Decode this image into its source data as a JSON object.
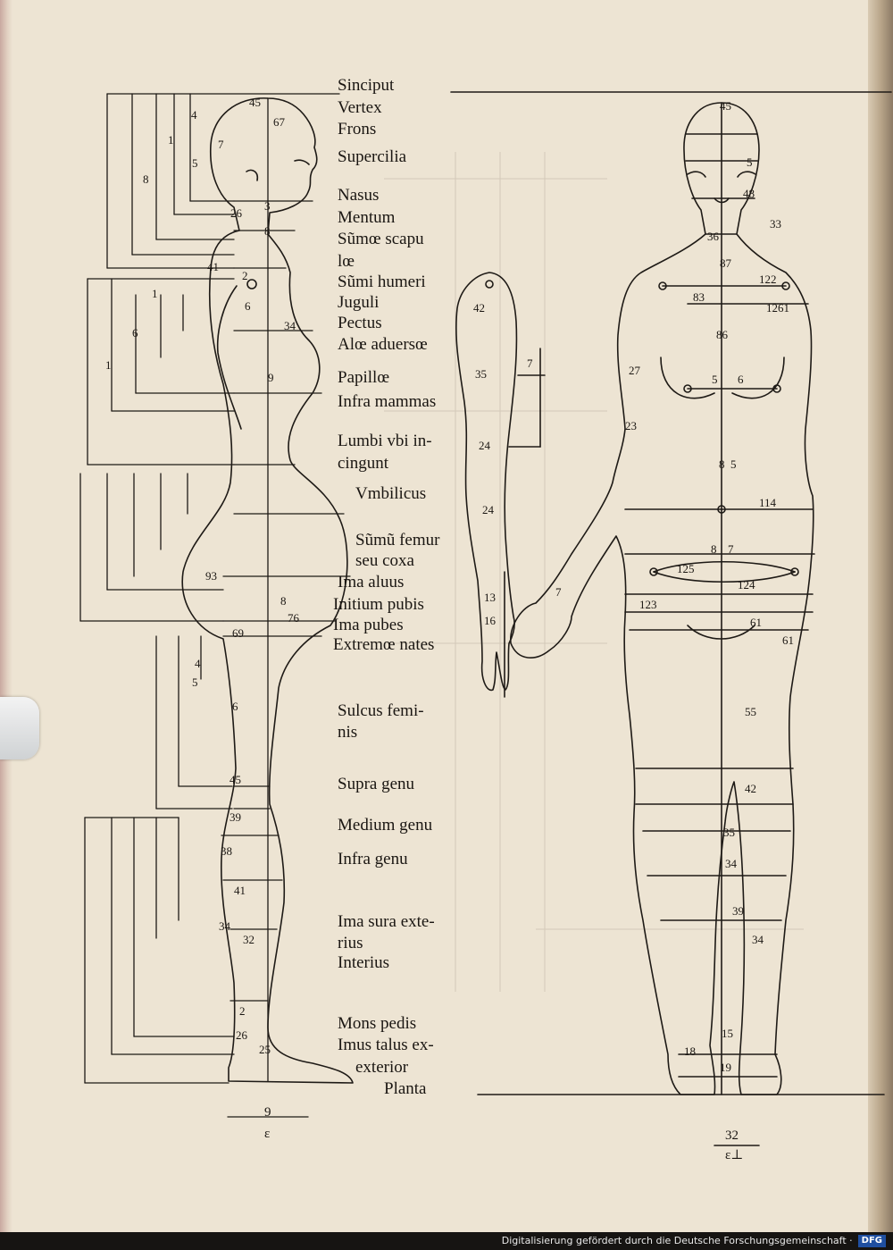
{
  "labels": [
    "Sinciput",
    "Vertex",
    "Frons",
    "Supercilia",
    "Nasus",
    "Mentum",
    "Sũmœ scapu",
    "lœ",
    "Sũmi humeri",
    "Juguli",
    "Pectus",
    "Alœ aduersœ",
    "Papillœ",
    "Infra mammas",
    "Lumbi vbi in-",
    "cingunt",
    "Vmbilicus",
    "Sũmũ femur",
    "seu coxa",
    "Ima aluus",
    "Initium pubis",
    "Ima pubes",
    "Extremœ nates",
    "Sulcus femi-",
    "nis",
    "Supra genu",
    "Medium genu",
    "Infra genu",
    "Ima sura exte-",
    "rius",
    "Interius",
    "Mons pedis",
    "Imus talus ex-",
    "exterior",
    "Planta"
  ],
  "bottom_scales": {
    "left": [
      "9",
      "ε"
    ],
    "right": [
      "32",
      "ε⊥"
    ]
  },
  "annotations": [
    "45",
    "67",
    "7",
    "4",
    "5",
    "1",
    "8",
    "26",
    "3",
    "8",
    "2",
    "6",
    "1",
    "41",
    "34",
    "6",
    "9",
    "1",
    "93",
    "8",
    "76",
    "69",
    "4",
    "5",
    "6",
    "45",
    "39",
    "38",
    "41",
    "34",
    "32",
    "2",
    "26",
    "25",
    "42",
    "35",
    "7",
    "24",
    "24",
    "13",
    "16",
    "7",
    "45",
    "5",
    "48",
    "33",
    "36",
    "87",
    "122",
    "83",
    "1261",
    "86",
    "27",
    "5",
    "6",
    "23",
    "8",
    "5",
    "114",
    "8",
    "7",
    "125",
    "124",
    "123",
    "61",
    "61",
    "55",
    "42",
    "35",
    "34",
    "39",
    "34",
    "15",
    "18",
    "19"
  ],
  "footer": {
    "text": "Digitalisierung gefördert durch die Deutsche Forschungsgemeinschaft ·",
    "logo": "DFG"
  }
}
